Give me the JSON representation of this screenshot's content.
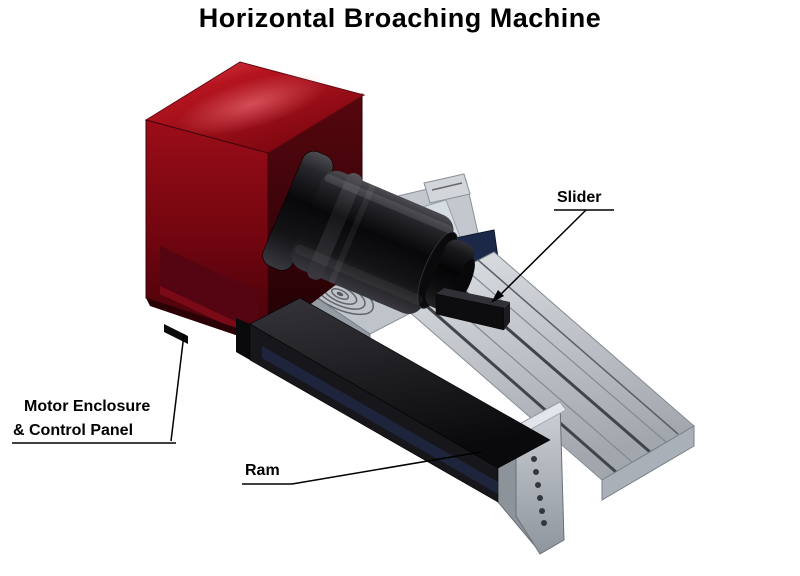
{
  "title": "Horizontal Broaching Machine",
  "annotations": {
    "slider": {
      "label": "Slider"
    },
    "motor_enclosure": {
      "line1": "Motor Enclosure",
      "line2": "& Control Panel"
    },
    "ram": {
      "label": "Ram"
    }
  },
  "colors": {
    "background": "#ffffff",
    "enclosure_red": "#a50f1b",
    "cylinder_black": "#0d0d10",
    "bed_gray": "#c6cad0",
    "ram_black": "#17171b",
    "accent_navy": "#1b2847",
    "leader_line": "#000000"
  }
}
